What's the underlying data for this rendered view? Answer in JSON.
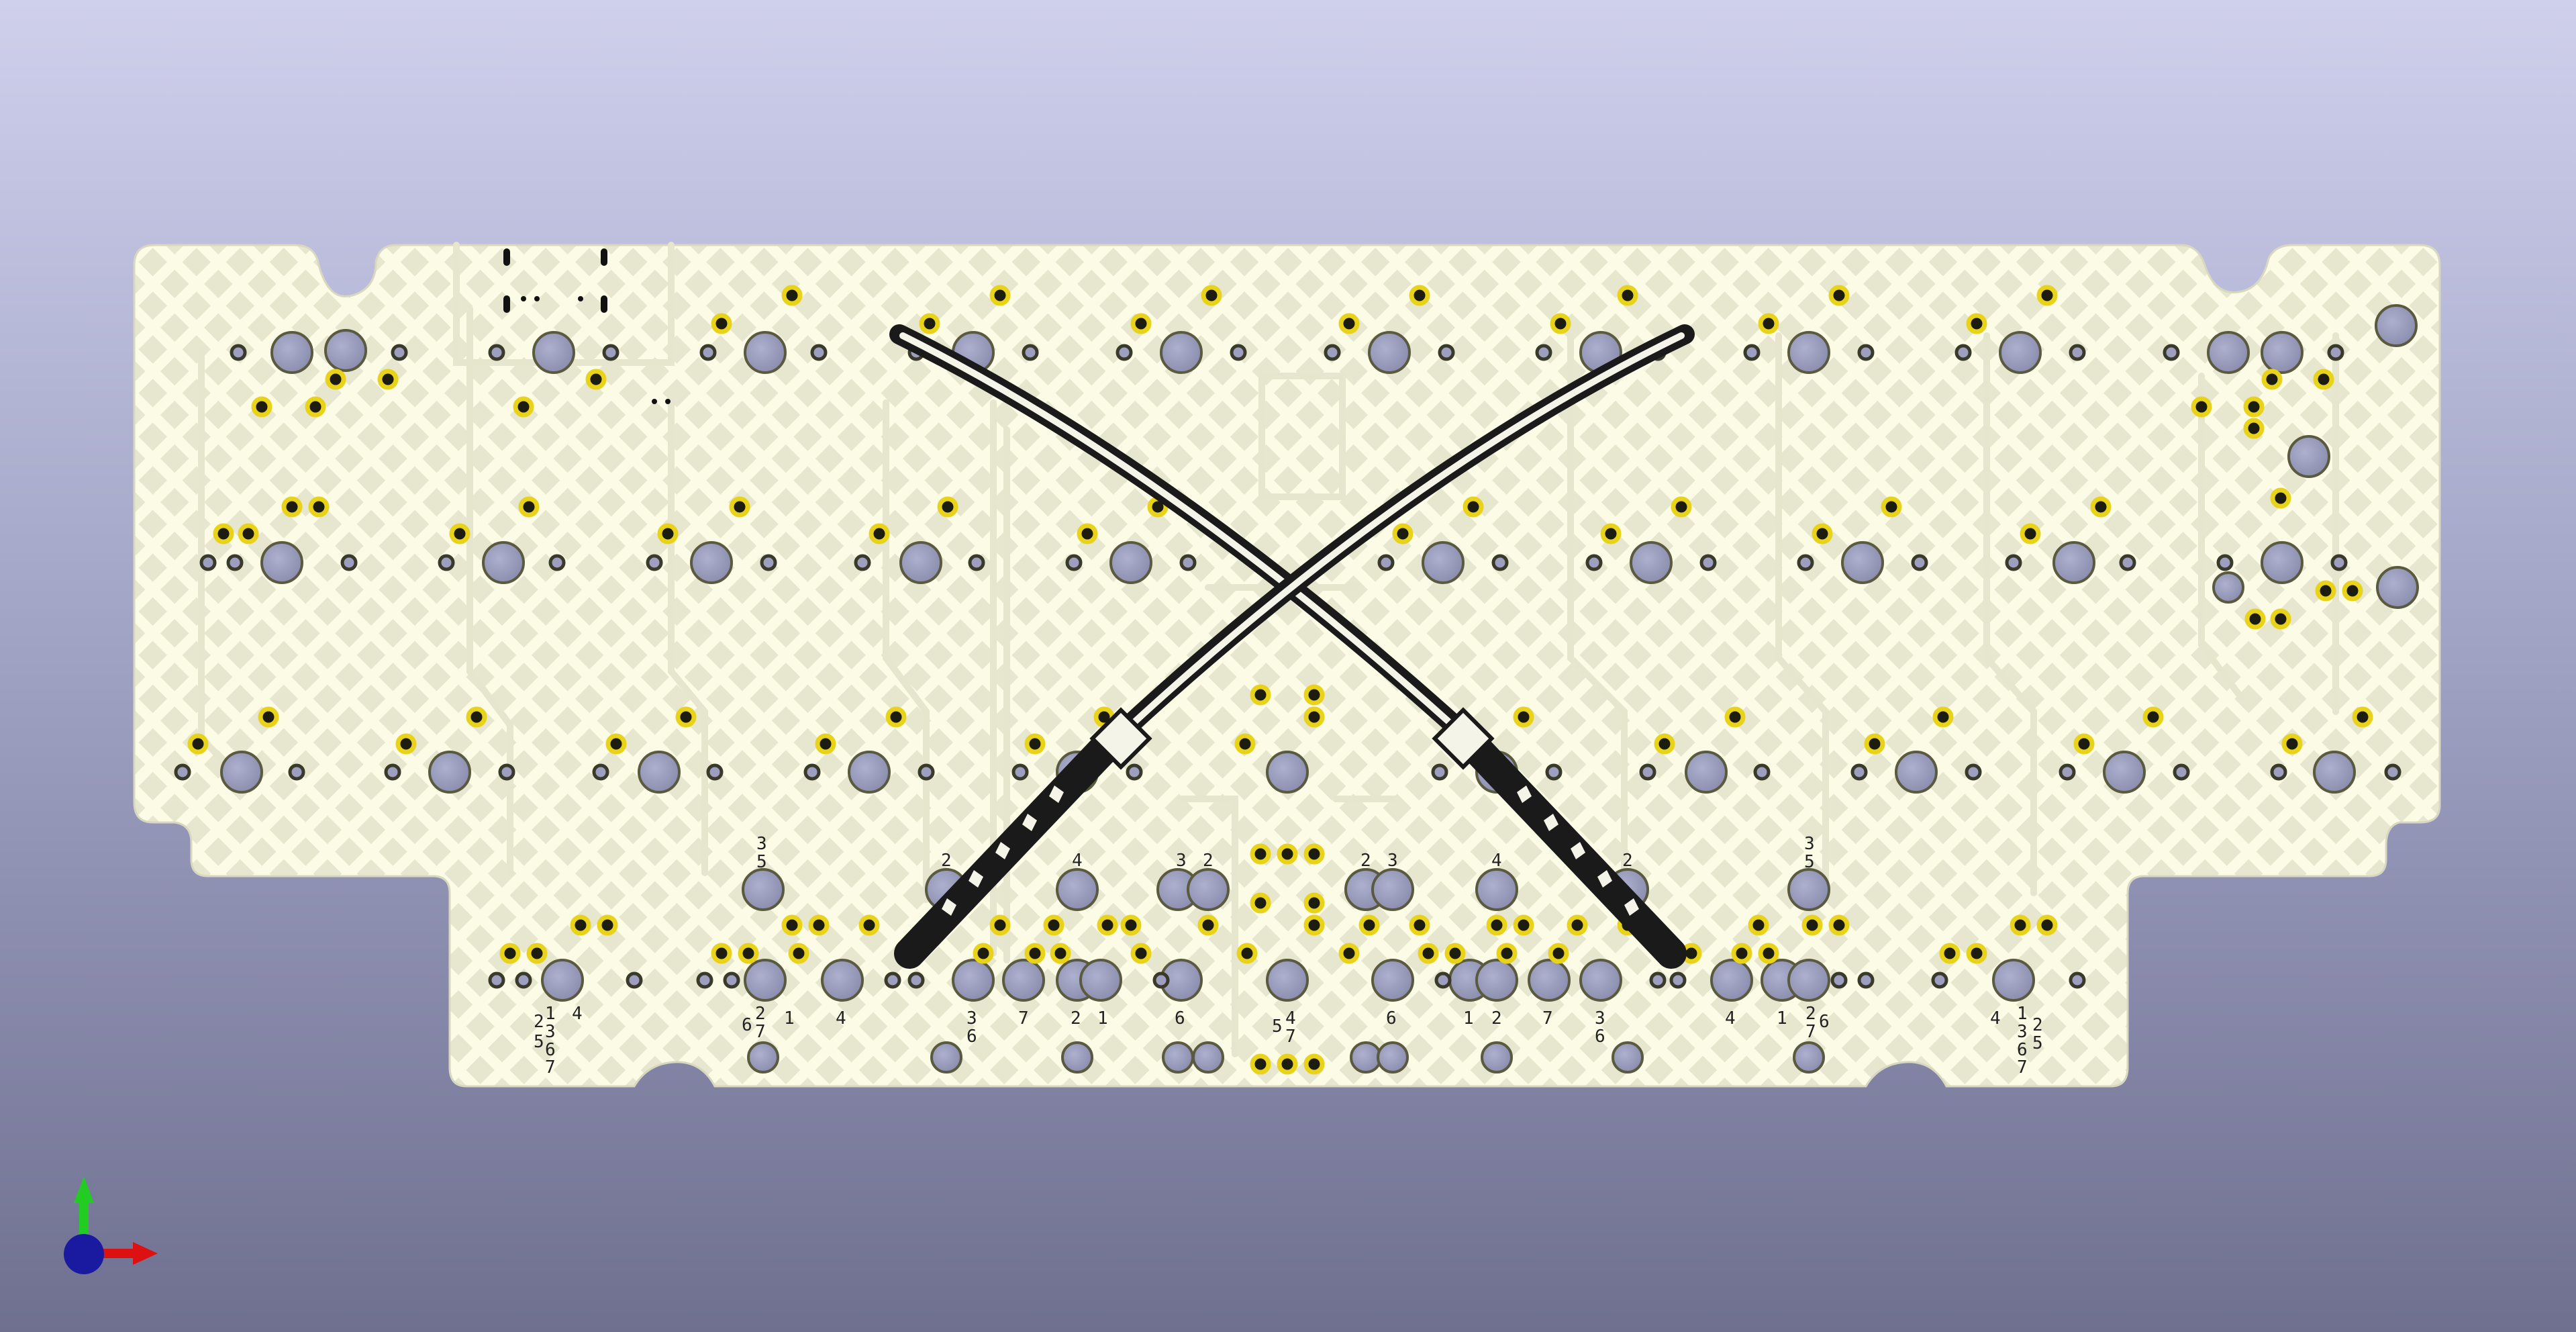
{
  "viewer": {
    "mode": "3d-pcb-view",
    "background_top": "#cfd0ec",
    "background_bottom": "#6f7090"
  },
  "board": {
    "substrate_color": "#fbfbe6",
    "hatch_color": "#e4e4cc",
    "trace_color": "#ebebd3",
    "hole_color": "#9e9fc0",
    "pad_ring_color": "#e8d21a"
  },
  "key_labels": {
    "left_group_a": [
      "3",
      "5"
    ],
    "left_group_b": [
      "2",
      "4",
      "3",
      "2"
    ],
    "right_group_a": [
      "2",
      "3",
      "4",
      "2"
    ],
    "right_group_b": [
      "3",
      "5"
    ],
    "bottom_left_1": [
      "1",
      "2",
      "3",
      "4",
      "5",
      "6",
      "7"
    ],
    "bottom_left_2": [
      "2",
      "6",
      "7",
      "1",
      "4"
    ],
    "bottom_mid_left": [
      "3",
      "6",
      "7",
      "2",
      "1",
      "6"
    ],
    "bottom_center": [
      "4",
      "5",
      "7"
    ],
    "bottom_mid_right": [
      "6",
      "1",
      "2",
      "7",
      "3",
      "6"
    ],
    "bottom_right_1": [
      "4",
      "1",
      "2",
      "7",
      "6"
    ],
    "bottom_right_2": [
      "4",
      "1",
      "2",
      "3",
      "5",
      "6",
      "7"
    ]
  },
  "axes_gizmo": {
    "y_color": "#22cc22",
    "x_color": "#dd1111",
    "z_color": "#1a1aa0"
  }
}
